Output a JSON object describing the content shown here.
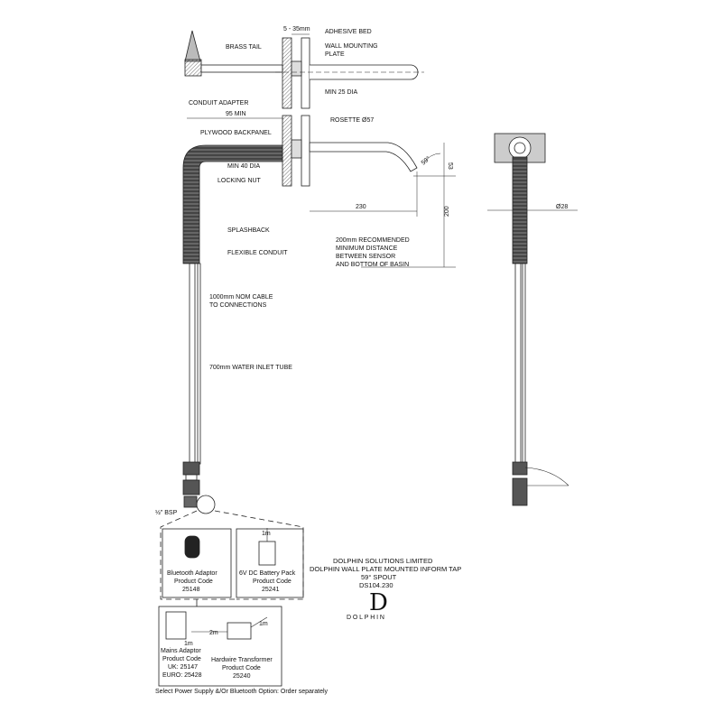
{
  "labels": {
    "dim_5_35": "5 - 35mm",
    "adhesive_bed": "ADHESIVE BED",
    "brass_tail": "BRASS TAIL",
    "wall_plate_1": "WALL MOUNTING",
    "wall_plate_2": "PLATE",
    "conduit_adapter": "CONDUIT ADAPTER",
    "min_25": "MIN 25 DIA",
    "dim_95": "95 MIN",
    "rosette": "ROSETTE Ø57",
    "plywood": "PLYWOOD BACKPANEL",
    "min_40": "MIN 40 DIA",
    "locking_nut": "LOCKING NUT",
    "dim_230": "230",
    "dim_53": "53",
    "dim_59": "59°",
    "dim_200": "200",
    "dim_28": "Ø28",
    "splashback": "SPLASHBACK",
    "flexible_conduit": "FLEXIBLE CONDUIT",
    "rec_1": "200mm RECOMMENDED",
    "rec_2": "MINIMUM DISTANCE",
    "rec_3": "BETWEEN SENSOR",
    "rec_4": "AND BOTTOM OF BASIN",
    "cable_1": "1000mm NOM CABLE",
    "cable_2": "TO CONNECTIONS",
    "water_tube": "700mm WATER INLET TUBE",
    "bsp": "½\" BSP"
  },
  "components": {
    "bluetooth_1": "Bluetooth Adaptor",
    "bluetooth_2": "Product Code",
    "bluetooth_3": "25148",
    "battery_len": "1m",
    "battery_1": "6V DC Battery Pack",
    "battery_2": "Product Code",
    "battery_3": "25241",
    "mains_len": "1m",
    "mains_1": "Mains Adaptor",
    "mains_2": "Product Code",
    "mains_3": "UK: 25147",
    "mains_4": "EURO: 25428",
    "transformer_len_a": "2m",
    "transformer_len_b": "1m",
    "transformer_1": "Hardwire Transformer",
    "transformer_2": "Product Code",
    "transformer_3": "25240"
  },
  "title_block": {
    "line1": "DOLPHIN SOLUTIONS LIMITED",
    "line2": "DOLPHIN WALL PLATE MOUNTED INFORM TAP",
    "line3": "59° SPOUT",
    "line4": "DS104.230",
    "logo_mark": "D",
    "logo_text": "DOLPHIN"
  },
  "footer": {
    "note": "Select Power Supply &/Or Bluetooth Option: Order separately"
  }
}
